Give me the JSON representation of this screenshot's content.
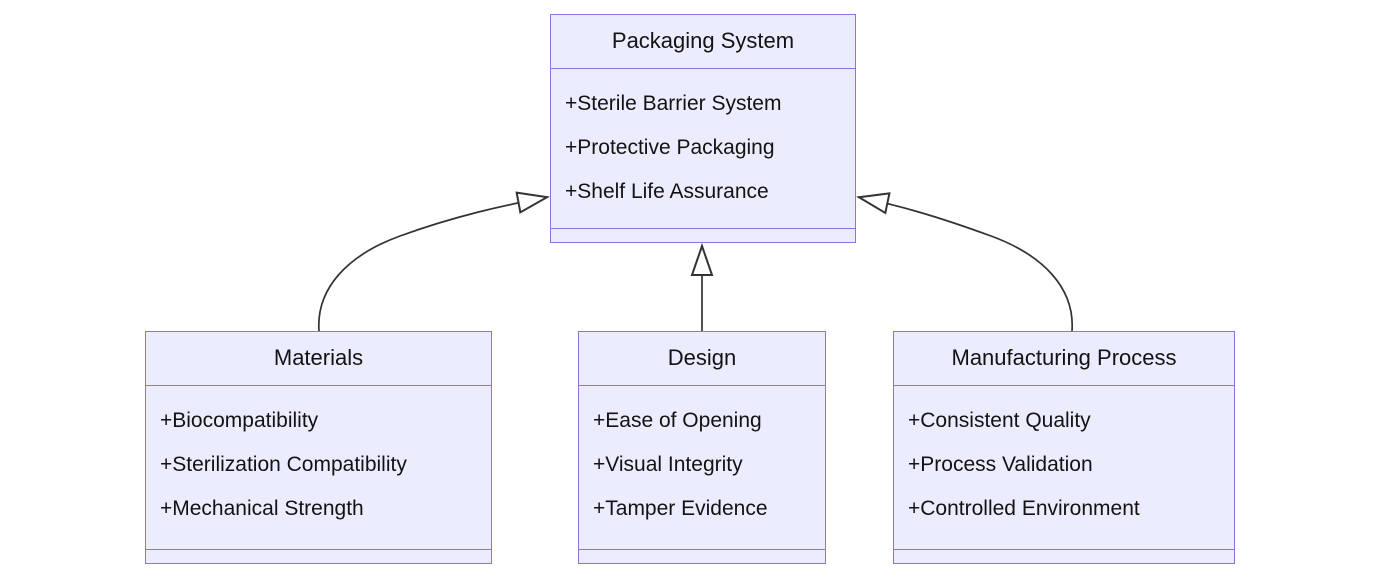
{
  "diagram": {
    "type": "uml-class-diagram",
    "background_color": "#ffffff",
    "node_fill_color": "#ECECFF",
    "node_border_color": "#9370DB",
    "edge_color": "#333333",
    "text_color": "#131313",
    "classes": [
      {
        "id": "packaging-system",
        "title": "Packaging System",
        "attributes": [
          "+Sterile Barrier System",
          "+Protective Packaging",
          "+Shelf Life Assurance"
        ],
        "methods": []
      },
      {
        "id": "materials",
        "title": "Materials",
        "attributes": [
          "+Biocompatibility",
          "+Sterilization Compatibility",
          "+Mechanical Strength"
        ],
        "methods": []
      },
      {
        "id": "design",
        "title": "Design",
        "attributes": [
          "+Ease of Opening",
          "+Visual Integrity",
          "+Tamper Evidence"
        ],
        "methods": []
      },
      {
        "id": "manufacturing-process",
        "title": "Manufacturing Process",
        "attributes": [
          "+Consistent Quality",
          "+Process Validation",
          "+Controlled Environment"
        ],
        "methods": []
      }
    ],
    "relationships": [
      {
        "from": "Materials",
        "to": "Packaging System",
        "type": "inheritance"
      },
      {
        "from": "Design",
        "to": "Packaging System",
        "type": "inheritance"
      },
      {
        "from": "Manufacturing Process",
        "to": "Packaging System",
        "type": "inheritance"
      }
    ]
  }
}
